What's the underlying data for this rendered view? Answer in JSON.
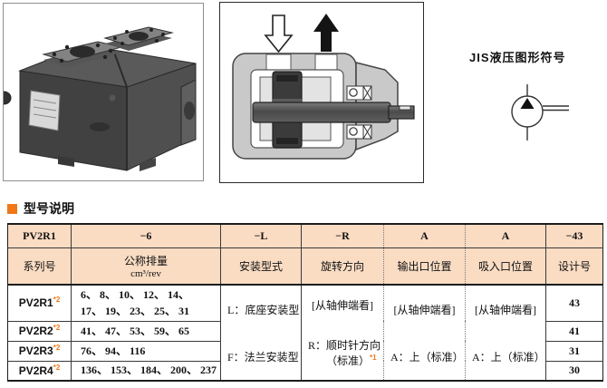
{
  "colors": {
    "accent_orange": "#f07818",
    "header_bg": "#fadcc3"
  },
  "top": {
    "jis_label": "JIS液压图形符号"
  },
  "section": {
    "title": "型号说明"
  },
  "table": {
    "codes": [
      "PV2R1",
      "−6",
      "−L",
      "−R",
      "A",
      "A",
      "−43"
    ],
    "headers": {
      "series": "系列号",
      "displacement": "公称排量",
      "displacement_unit": "cm³/rev",
      "mounting": "安装型式",
      "rotation": "旋转方向",
      "outlet": "输出口位置",
      "inlet": "吸入口位置",
      "design": "设计号"
    },
    "rows": [
      {
        "series": "PV2R1",
        "note": "*2",
        "displacement": "6、 8、 10、 12、 14、\n17、 19、 23、 25、 31",
        "design": "43"
      },
      {
        "series": "PV2R2",
        "note": "*2",
        "displacement": "41、 47、 53、 59、 65",
        "design": "41"
      },
      {
        "series": "PV2R3",
        "note": "*2",
        "displacement": "76、 94、 116",
        "design": "31"
      },
      {
        "series": "PV2R4",
        "note": "*2",
        "displacement": "136、 153、 184、 200、 237",
        "design": "30"
      }
    ],
    "mounting": {
      "line1": "L：底座安装型",
      "line2": "F：法兰安装型"
    },
    "rotation": {
      "view": "[从轴伸端看]",
      "line1": "R：顺时针方向",
      "line2": "（标准）",
      "note": "*1"
    },
    "outlet": {
      "view": "[从轴伸端看]",
      "value": "A：上（标准）"
    },
    "inlet": {
      "view": "[从轴伸端看]",
      "value": "A：上（标准）"
    }
  }
}
